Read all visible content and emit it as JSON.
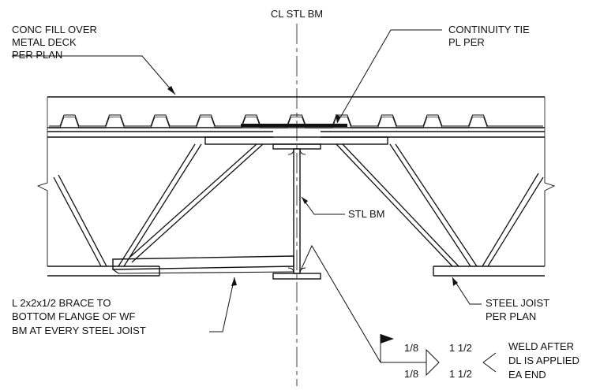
{
  "centerline_label": "CL STL BM",
  "callouts": {
    "conc_fill": [
      "CONC FILL OVER",
      "METAL DECK",
      "PER PLAN"
    ],
    "continuity_tie": [
      "CONTINUITY TIE",
      "PL PER"
    ],
    "stl_bm": "STL BM",
    "brace": [
      "L 2x2x1/2 BRACE TO",
      "BOTTOM FLANGE OF WF",
      "BM AT EVERY STEEL JOIST"
    ],
    "steel_joist": [
      "STEEL JOIST",
      "PER PLAN"
    ],
    "weld_note": [
      "WELD AFTER",
      "DL IS APPLIED",
      "EA END"
    ]
  },
  "weld_symbol": {
    "top_size": "1/8",
    "top_length": "1 1/2",
    "bottom_size": "1/8",
    "bottom_length": "1 1/2"
  },
  "colors": {
    "line": "#111111",
    "background": "#ffffff"
  }
}
